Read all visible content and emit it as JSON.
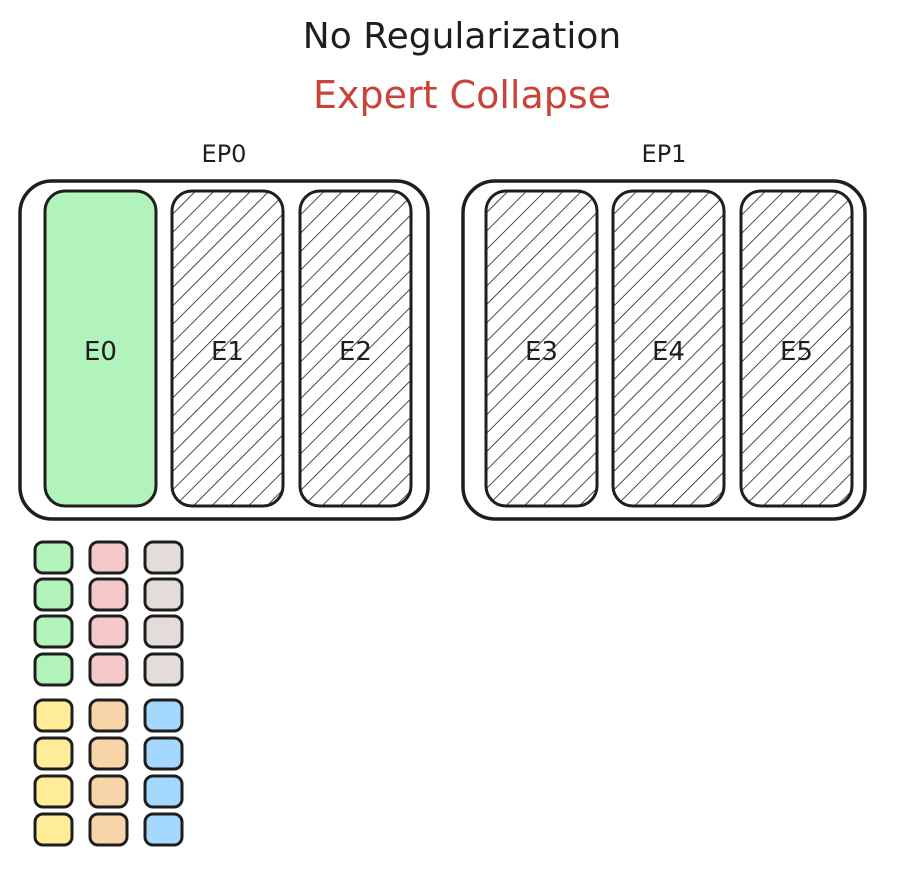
{
  "title": "No Regularization",
  "subtitle": "Expert Collapse",
  "colors": {
    "subtitle": "#c9433a",
    "stroke": "#1e1e1e",
    "active_expert": "#b2f2bb"
  },
  "groups": [
    {
      "label": "EP0",
      "experts": [
        {
          "label": "E0",
          "state": "active"
        },
        {
          "label": "E1",
          "state": "collapsed"
        },
        {
          "label": "E2",
          "state": "collapsed"
        }
      ]
    },
    {
      "label": "EP1",
      "experts": [
        {
          "label": "E3",
          "state": "collapsed"
        },
        {
          "label": "E4",
          "state": "collapsed"
        },
        {
          "label": "E5",
          "state": "collapsed"
        }
      ]
    }
  ],
  "token_columns": [
    [
      "#b2f2bb",
      "#b2f2bb",
      "#b2f2bb",
      "#b2f2bb",
      "#ffec99",
      "#ffec99",
      "#ffec99",
      "#ffec99"
    ],
    [
      "#f5c9c9",
      "#f5c9c9",
      "#f5c9c9",
      "#f5c9c9",
      "#f8d5a8",
      "#f8d5a8",
      "#f8d5a8",
      "#f8d5a8"
    ],
    [
      "#e4dcd8",
      "#e4dcd8",
      "#e4dcd8",
      "#e4dcd8",
      "#a5d8ff",
      "#a5d8ff",
      "#a5d8ff",
      "#a5d8ff"
    ]
  ]
}
